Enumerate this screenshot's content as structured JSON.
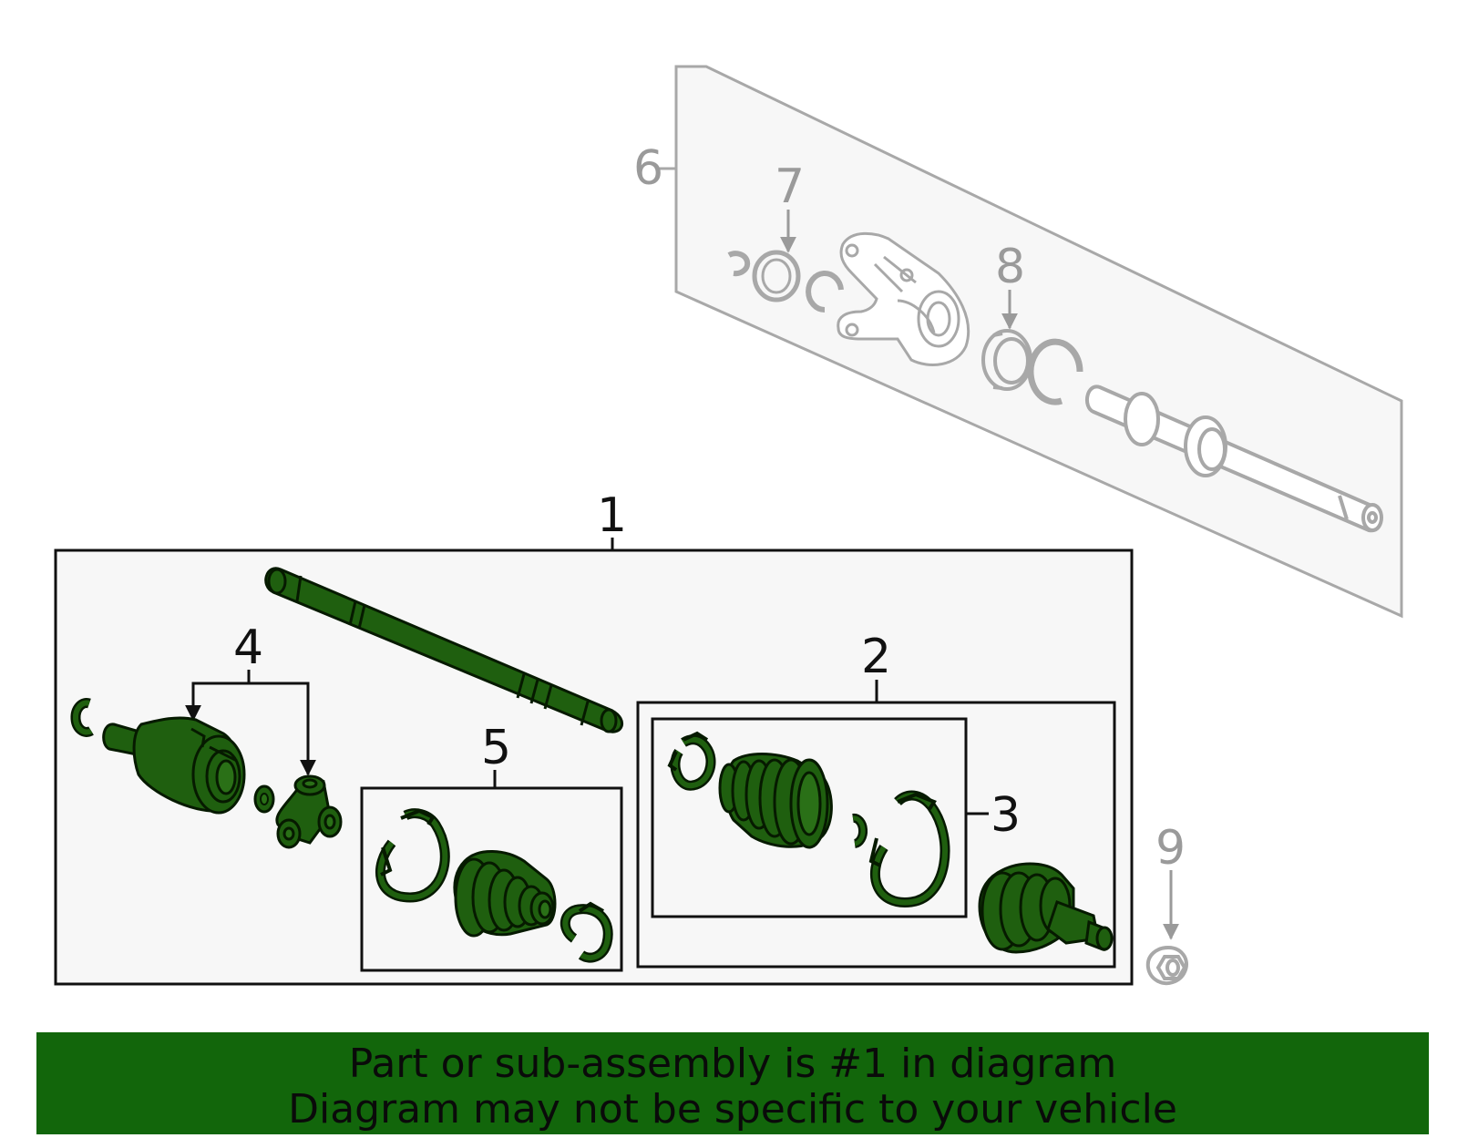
{
  "diagram": {
    "callouts": {
      "c1": "1",
      "c2": "2",
      "c3": "3",
      "c4": "4",
      "c5": "5",
      "c6": "6",
      "c7": "7",
      "c8": "8",
      "c9": "9"
    },
    "colors": {
      "part_fill": "#1f5f0f",
      "part_outline": "#061a00",
      "ghost_stroke": "#a8a8a8",
      "panel_fill": "#f7f7f7",
      "frame_stroke": "#111111"
    }
  },
  "banner": {
    "line1": "Part or sub-assembly is #1 in diagram",
    "line2": "Diagram may not be specific to your vehicle",
    "background": "#12660b"
  }
}
